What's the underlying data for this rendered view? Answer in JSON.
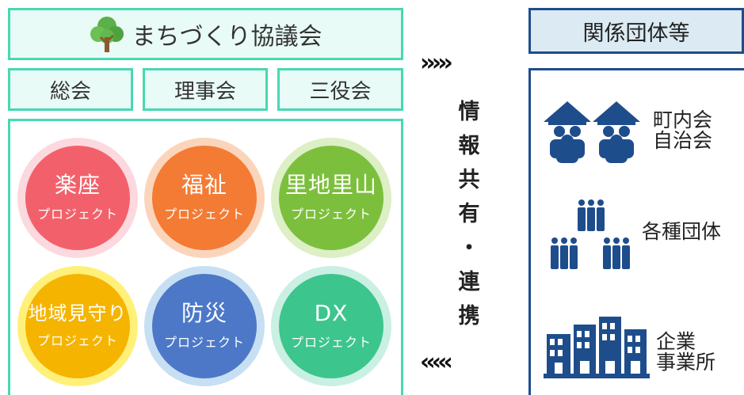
{
  "council": {
    "title": "まちづくり協議会",
    "sub": [
      "総会",
      "理事会",
      "三役会"
    ]
  },
  "projects": [
    {
      "name": "楽座",
      "sub": "プロジェクト"
    },
    {
      "name": "福祉",
      "sub": "プロジェクト"
    },
    {
      "name": "里地里山",
      "sub": "プロジェクト"
    },
    {
      "name": "地域見守り",
      "sub": "プロジェクト"
    },
    {
      "name": "防災",
      "sub": "プロジェクト"
    },
    {
      "name": "DX",
      "sub": "プロジェクト"
    }
  ],
  "link": {
    "chars": [
      "情",
      "報",
      "共",
      "有",
      "・",
      "連",
      "携"
    ],
    "arrow_right": "›››››",
    "arrow_left": "‹‹‹‹‹"
  },
  "related": {
    "title": "関係団体等",
    "items": [
      {
        "label_line1": "町内会",
        "label_line2": "自治会",
        "icon": "community-houses-icon"
      },
      {
        "label_line1": "各種団体",
        "label_line2": "",
        "icon": "people-groups-icon"
      },
      {
        "label_line1": "企業",
        "label_line2": "事業所",
        "icon": "office-buildings-icon"
      }
    ]
  },
  "colors": {
    "teal_border": "#48d8b2",
    "teal_fill": "#e9fbf6",
    "navy": "#1e4d8c",
    "p1": "#f2616b",
    "p2": "#f47b34",
    "p3": "#7cbf3c",
    "p4": "#f5b400",
    "p5": "#4d78c8",
    "p6": "#3cc58d"
  }
}
